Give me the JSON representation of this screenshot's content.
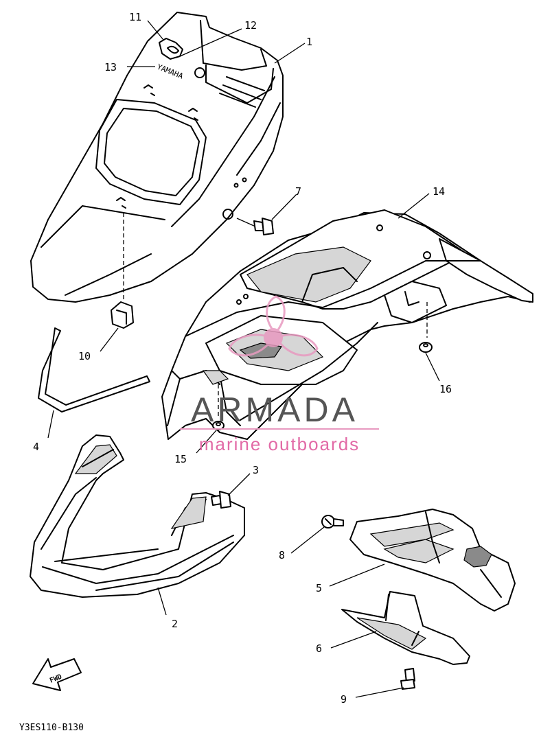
{
  "diagram": {
    "drawing_code": "Y3ES110-B130",
    "callouts": [
      "1",
      "2",
      "3",
      "4",
      "5",
      "6",
      "7",
      "8",
      "9",
      "10",
      "11",
      "12",
      "13",
      "14",
      "15",
      "16"
    ],
    "decal_text": "YAMAHA",
    "fwd_arrow_text": "FWD",
    "watermark": {
      "brand": "ARMADA",
      "tagline": "marine outboards",
      "logo_color": "#e89ac0",
      "brand_color": "#555555",
      "tagline_color": "#e26aa6"
    }
  }
}
